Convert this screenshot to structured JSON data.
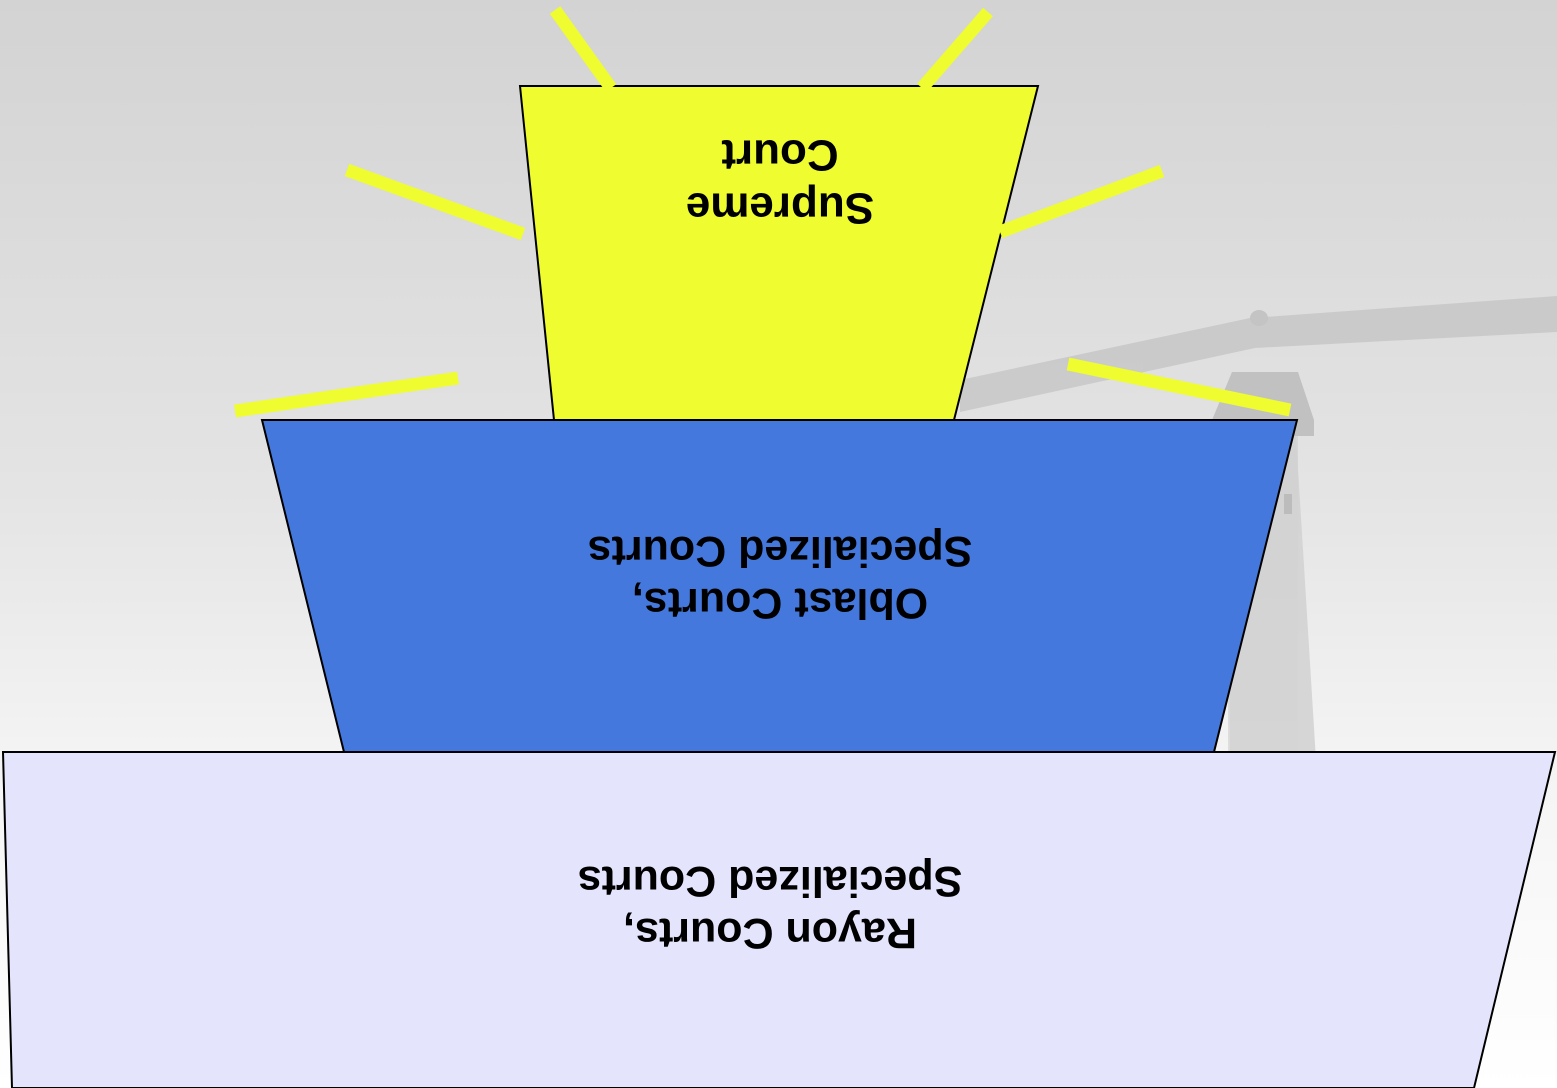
{
  "diagram": {
    "type": "court-hierarchy-pyramid",
    "orientation": "upside-down",
    "tiers": [
      {
        "id": "supreme",
        "lines": [
          "Supreme",
          "Court"
        ],
        "fill": "#eefc30"
      },
      {
        "id": "oblast",
        "lines": [
          "Oblast Courts,",
          "Specialized Courts"
        ],
        "fill": "#4478dd"
      },
      {
        "id": "rayon",
        "lines": [
          "Rayon Courts,",
          "Specialized Courts"
        ],
        "fill": "#e4e4fc"
      }
    ],
    "colors": {
      "background_top": "#d3d3d3",
      "background_bottom": "#ffffff",
      "rays": "#eefc30",
      "scales_silhouette": "#c4c4c4",
      "outline": "#000000"
    },
    "icons": [
      "scales-of-justice-icon",
      "light-ray-icon"
    ]
  }
}
